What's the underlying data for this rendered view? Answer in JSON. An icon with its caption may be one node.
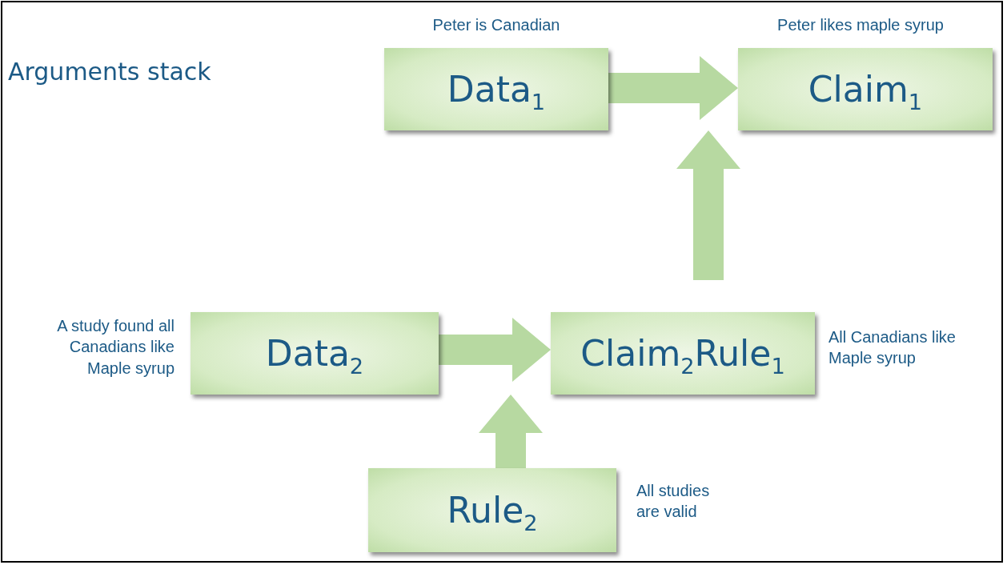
{
  "diagram": {
    "title": "Arguments stack",
    "nodes": [
      {
        "text": [
          "Data$_{1}$"
        ],
        "beside": [
          "Peter is Canadian"
        ]
      },
      {
        "text": [
          "Claim$_{1}$"
        ],
        "beside": [
          "Peter likes maple syrup"
        ]
      },
      {
        "text": [
          "Data$_{2}$"
        ],
        "beside": [
          "A study found all Canadians like Maple syrup"
        ]
      },
      {
        "text": [
          "Claim$_{2}$Rule$_{1}$"
        ],
        "beside": [
          "All Canadians like Maple syrup"
        ]
      },
      {
        "text": [
          "Rule$_{2}$"
        ],
        "beside": [
          "All studies are valid"
        ]
      }
    ],
    "edges": [
      {
        "from": 0,
        "to": 1,
        "arrow": "to"
      },
      {
        "from": 3,
        "to": 1,
        "arrow": "to"
      },
      {
        "from": 2,
        "to": 3,
        "arrow": "to"
      },
      {
        "from": 4,
        "to": 3,
        "arrow": "to"
      }
    ]
  }
}
